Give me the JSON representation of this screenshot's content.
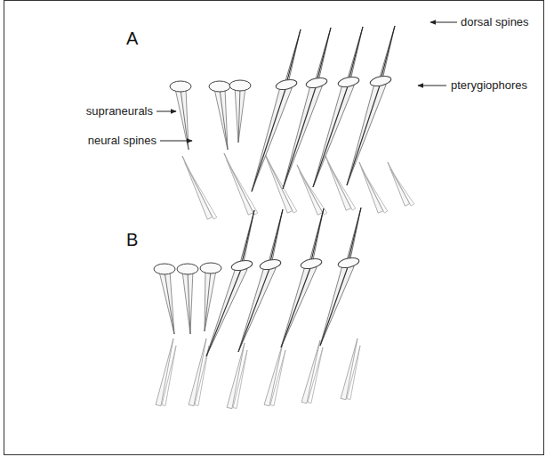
{
  "diagram": {
    "labels": [
      "A",
      "dorsal spines",
      "pterygiophores",
      "supraneurals",
      "neural spines",
      "B"
    ]
  }
}
